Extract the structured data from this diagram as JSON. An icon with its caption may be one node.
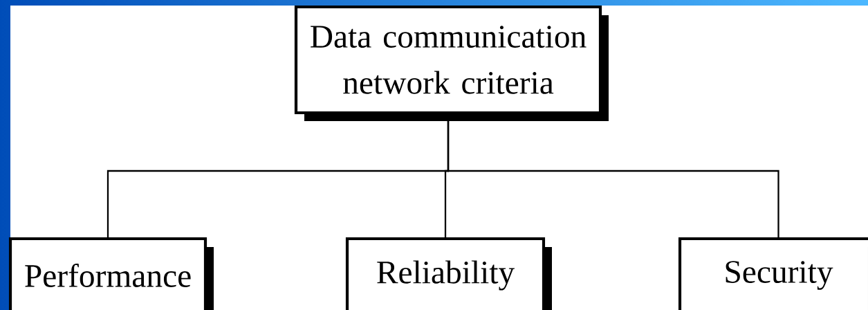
{
  "diagram": {
    "nodes": [
      {
        "text": [
          "Data communication network criteria"
        ]
      },
      {
        "text": [
          "Performance"
        ]
      },
      {
        "text": [
          "Reliability"
        ]
      },
      {
        "text": [
          "Security"
        ]
      }
    ],
    "edges": [
      {
        "from": 0,
        "to": 1,
        "arrow": "none"
      },
      {
        "from": 0,
        "to": 2,
        "arrow": "none"
      },
      {
        "from": 0,
        "to": 3,
        "arrow": "none"
      }
    ]
  }
}
